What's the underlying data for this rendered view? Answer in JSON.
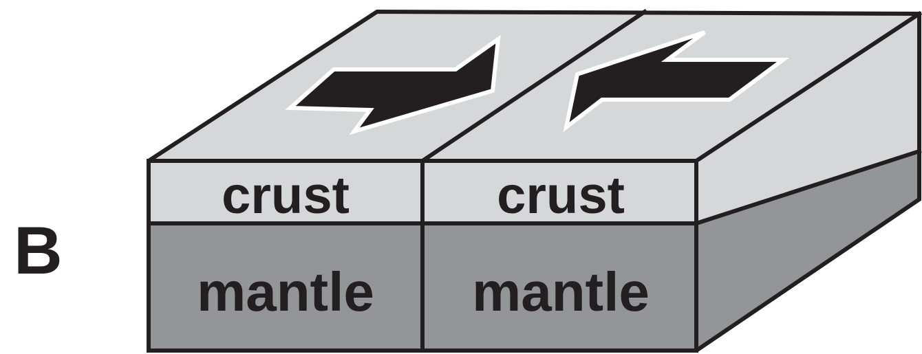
{
  "panel_label": "B",
  "blocks": [
    {
      "upper_layer": "crust",
      "lower_layer": "mantle",
      "motion": "right"
    },
    {
      "upper_layer": "crust",
      "lower_layer": "mantle",
      "motion": "left"
    }
  ],
  "colors": {
    "crust": "#d6d7d9",
    "mantle": "#939598",
    "outline": "#231f20",
    "arrow": "#231f20",
    "arrow_outline": "#ffffff",
    "background": "#ffffff"
  }
}
